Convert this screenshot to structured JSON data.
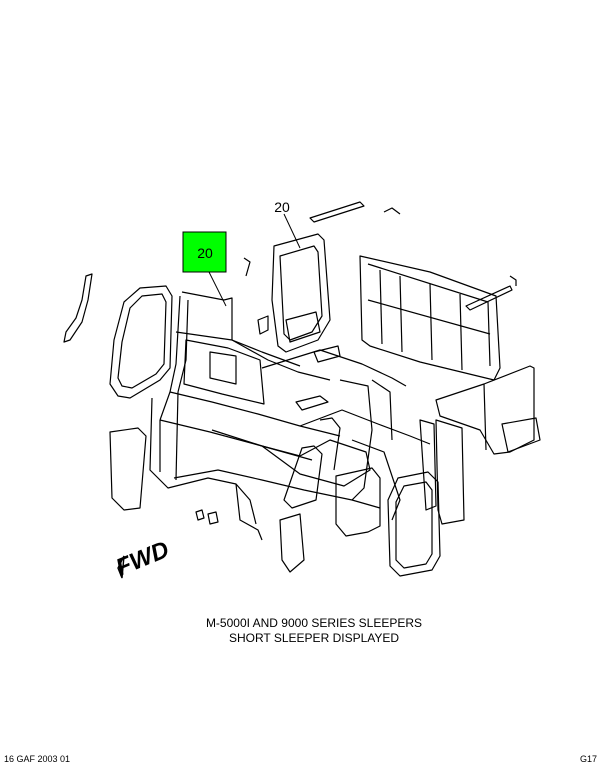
{
  "diagram": {
    "callouts": [
      {
        "label": "20",
        "highlighted": true
      },
      {
        "label": "20",
        "highlighted": false
      }
    ],
    "direction_label": "FWD",
    "highlight_color": "#00ff00",
    "line_color": "#000000"
  },
  "caption": {
    "line1": "M-5000I AND 9000 SERIES SLEEPERS",
    "line2": "SHORT SLEEPER DISPLAYED"
  },
  "footer": {
    "left": "16 GAF 2003 01",
    "right": "G17"
  }
}
